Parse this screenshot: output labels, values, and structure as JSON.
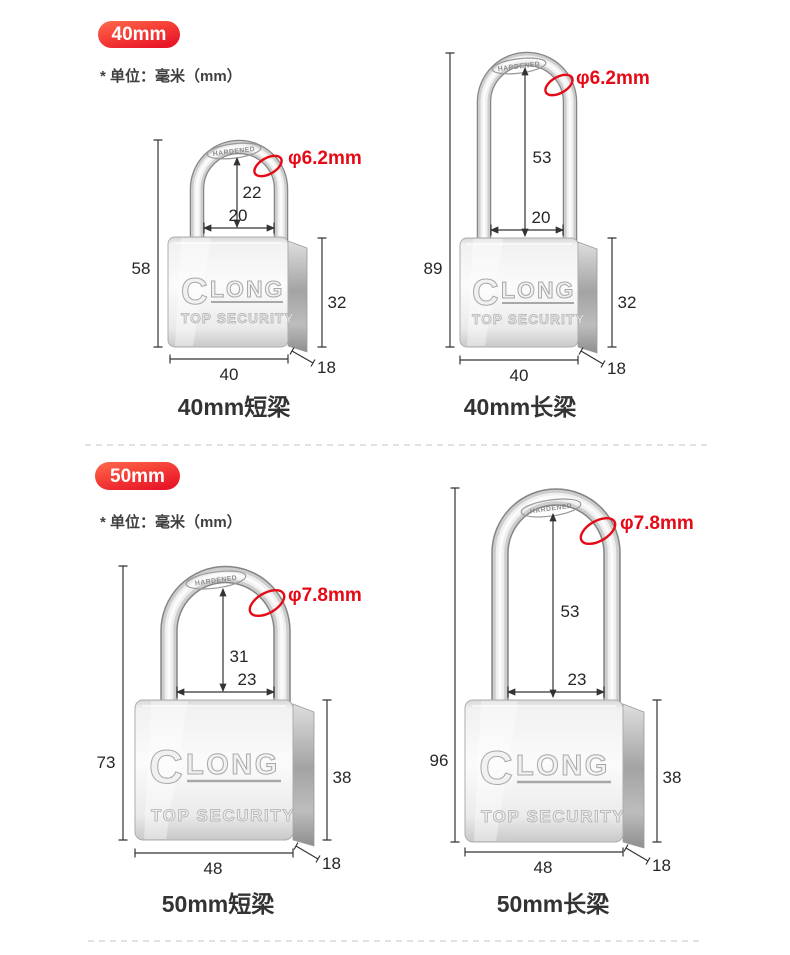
{
  "colors": {
    "badge_red": "#ee2130",
    "badge_red_light": "#ff6a4d",
    "dimension_red": "#e60a17",
    "line": "#333333"
  },
  "lock_art": {
    "brand_initial": "C",
    "brand": "LONG",
    "sub_brand": "TOP SECURITY",
    "shackle_stamp": "HARDENED"
  },
  "sections": [
    {
      "badge": "40mm",
      "unit_note": "* 单位：毫米（mm）",
      "figures": [
        {
          "caption": "40mm短梁",
          "diameter": "φ6.2mm",
          "dims": {
            "total_height": "58",
            "shackle_inner_height": "22",
            "shackle_inner_width": "20",
            "body_height": "32",
            "body_width": "40",
            "body_depth": "18"
          }
        },
        {
          "caption": "40mm长梁",
          "diameter": "φ6.2mm",
          "dims": {
            "total_height": "89",
            "shackle_inner_height": "53",
            "shackle_inner_width": "20",
            "body_height": "32",
            "body_width": "40",
            "body_depth": "18"
          }
        }
      ]
    },
    {
      "badge": "50mm",
      "unit_note": "* 单位：毫米（mm）",
      "figures": [
        {
          "caption": "50mm短梁",
          "diameter": "φ7.8mm",
          "dims": {
            "total_height": "73",
            "shackle_inner_height": "31",
            "shackle_inner_width": "23",
            "body_height": "38",
            "body_width": "48",
            "body_depth": "18"
          }
        },
        {
          "caption": "50mm长梁",
          "diameter": "φ7.8mm",
          "dims": {
            "total_height": "96",
            "shackle_inner_height": "53",
            "shackle_inner_width": "23",
            "body_height": "38",
            "body_width": "48",
            "body_depth": "18"
          }
        }
      ]
    }
  ]
}
